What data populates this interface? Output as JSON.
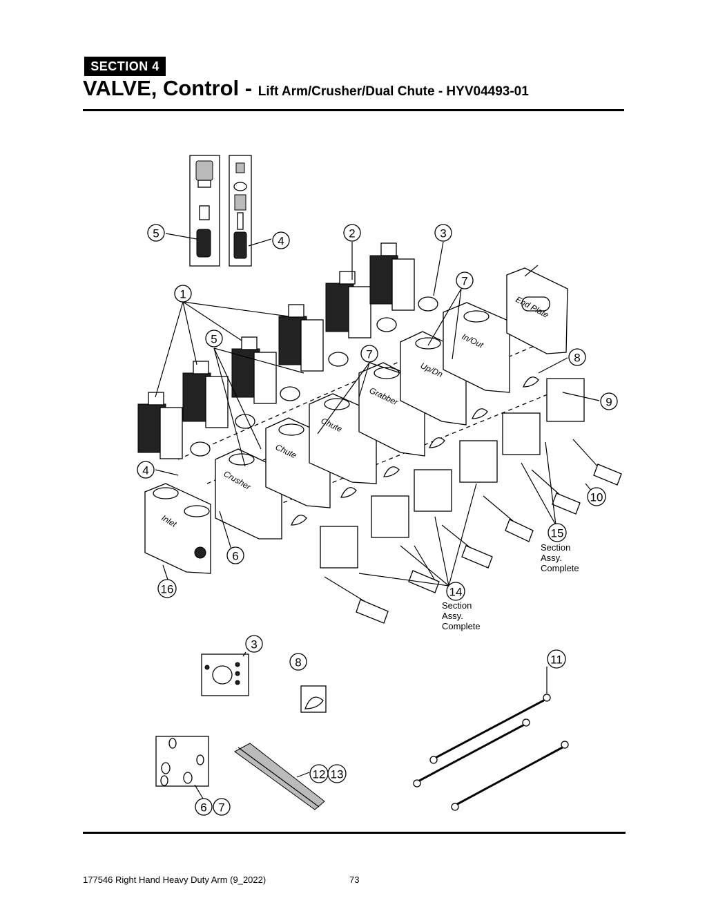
{
  "header": {
    "section_label": "SECTION  4",
    "title_main": "VALVE, Control - ",
    "title_sub": "Lift Arm/Crusher/Dual Chute - HYV04493-01"
  },
  "diagram": {
    "block_labels": [
      "Inlet",
      "Crusher",
      "Chute",
      "Chute",
      "Grabber",
      "Up/Dn",
      "In/Out",
      "End Plate"
    ],
    "callouts": [
      "1",
      "2",
      "3",
      "4",
      "5",
      "5",
      "7",
      "7",
      "8",
      "9",
      "10",
      "15",
      "14",
      "6",
      "16",
      "4",
      "3",
      "8",
      "11",
      "12",
      "13",
      "6",
      "7"
    ],
    "section_note_15": [
      "Section",
      "Assy.",
      "Complete"
    ],
    "section_note_14": [
      "Section",
      "Assy.",
      "Complete"
    ]
  },
  "footer": {
    "doc_info": "177546 Right Hand Heavy Duty Arm (9_2022)",
    "page_number": "73"
  }
}
